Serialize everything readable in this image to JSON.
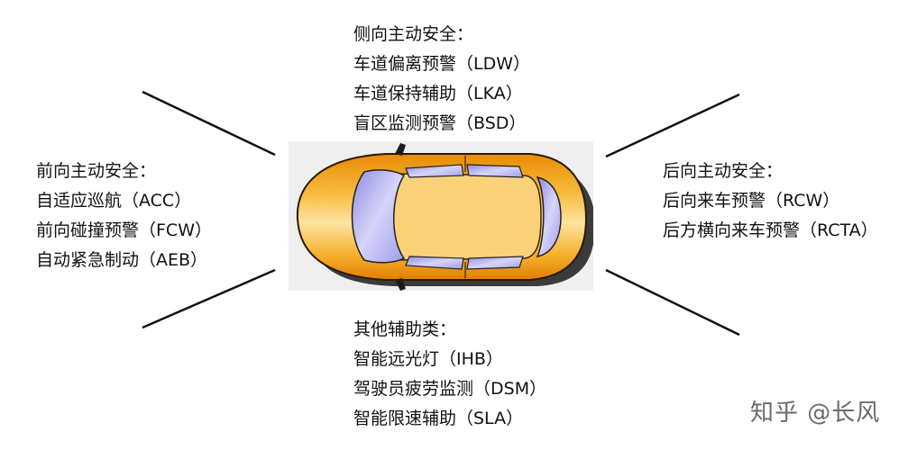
{
  "groups": {
    "top": {
      "title": "侧向主动安全：",
      "items": [
        "车道偏离预警（LDW）",
        "车道保持辅助（LKA）",
        "盲区监测预警（BSD）"
      ]
    },
    "left": {
      "title": "前向主动安全：",
      "items": [
        "自适应巡航（ACC）",
        "前向碰撞预警（FCW）",
        "自动紧急制动（AEB）"
      ]
    },
    "right": {
      "title": "后向主动安全：",
      "items": [
        "后向来车预警（RCW）",
        "后方横向来车预警（RCTA）"
      ]
    },
    "bottom": {
      "title": "其他辅助类：",
      "items": [
        "智能远光灯（IHB）",
        "驾驶员疲劳监测（DSM）",
        "智能限速辅助（SLA）"
      ]
    }
  },
  "car_image": {
    "icon": "car-top-view-icon",
    "body_color": "#f2a81d",
    "window_color": "#b9b6f2"
  },
  "watermark": "知乎 @长风"
}
